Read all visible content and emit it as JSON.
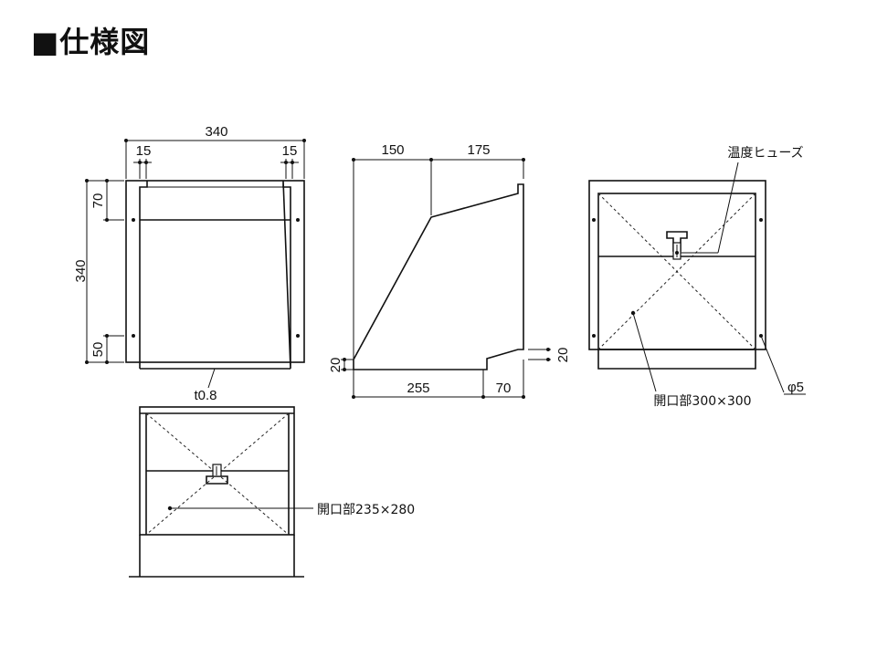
{
  "title": "■仕様図",
  "front": {
    "width_total": "340",
    "side_left": "15",
    "side_right": "15",
    "top_section": "70",
    "height_total": "340",
    "bottom_section": "50",
    "thickness": "t0.8"
  },
  "side": {
    "top_left": "150",
    "top_right": "175",
    "bottom_left": "255",
    "bottom_right": "70",
    "left_height": "20",
    "right_height": "20"
  },
  "back": {
    "fuse_label": "温度ヒューズ",
    "opening_label": "開口部300×300",
    "hole_label": "φ5"
  },
  "bottom_view": {
    "opening_label": "開口部235×280"
  }
}
